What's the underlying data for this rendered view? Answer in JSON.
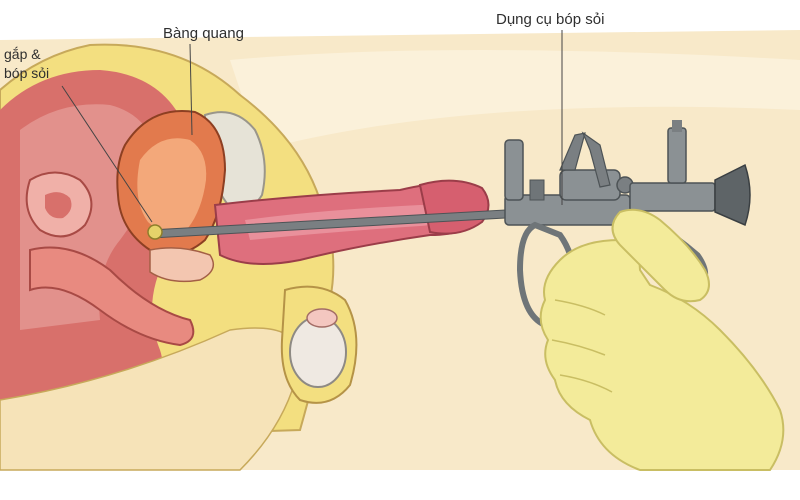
{
  "labels": {
    "grasp_line1": "gắp &",
    "grasp_line2": "bóp sỏi",
    "bladder": "Bàng quang",
    "tool": "Dụng cụ bóp sỏi"
  },
  "colors": {
    "skin": "#f8e9c9",
    "fat": "#f3df80",
    "muscle": "#d8706b",
    "muscle_light": "#e59a95",
    "bladder_wall": "#e27a4d",
    "bladder_inner": "#f3a87a",
    "urethra_pink": "#de6f7d",
    "bone": "#e6e3d7",
    "instrument": "#7a7f82",
    "instrument_dark": "#4d5356",
    "glove": "#f3eb9a",
    "glove_outline": "#c9be63",
    "leader_line": "#444444"
  },
  "icons": {
    "instrument": "cystoscope-lithotripter",
    "hand": "gloved-hand"
  }
}
